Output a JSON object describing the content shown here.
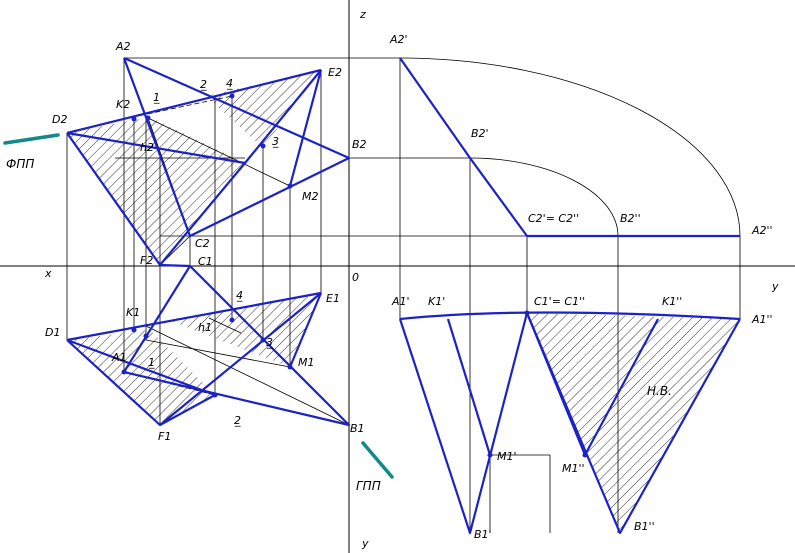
{
  "labels": {
    "z": "z",
    "x": "x",
    "y_right": "y",
    "y_bottom": "y",
    "origin": "0",
    "a2": "A2",
    "b2": "B2",
    "c2": "C2",
    "d2": "D2",
    "e2": "E2",
    "f2": "F2",
    "k2": "K2",
    "h2": "h2",
    "m2": "M2",
    "p1_2": "1̲",
    "p2_2": "2̲",
    "p3_2": "3̲",
    "p4_2": "4̲",
    "a1": "A1",
    "b1": "B1",
    "c1": "C1",
    "d1": "D1",
    "e1": "E1",
    "f1": "F1",
    "k1": "K1",
    "h1": "h1",
    "m1": "M1",
    "p1_1": "1̲",
    "p2_1": "2̲",
    "p3_1": "3̲",
    "p4_1": "4̲",
    "a2p": "A2'",
    "b2p": "B2'",
    "c2p_c2pp": "C2'= C2''",
    "b2pp": "B2''",
    "a2pp": "A2''",
    "a1p": "A1'",
    "k1p": "K1'",
    "c1p_c1pp": "C1'= C1''",
    "k1pp": "K1''",
    "a1pp": "A1''",
    "m1p": "M1'",
    "m1pp": "M1''",
    "b1p": "B1'",
    "b1pp": "B1''",
    "nv": "Н.В.",
    "fpp": "ФПП",
    "gpp": "ГПП"
  },
  "colors": {
    "edges": "#1c22c8",
    "trace": "#108a86",
    "construction": "#000000"
  }
}
